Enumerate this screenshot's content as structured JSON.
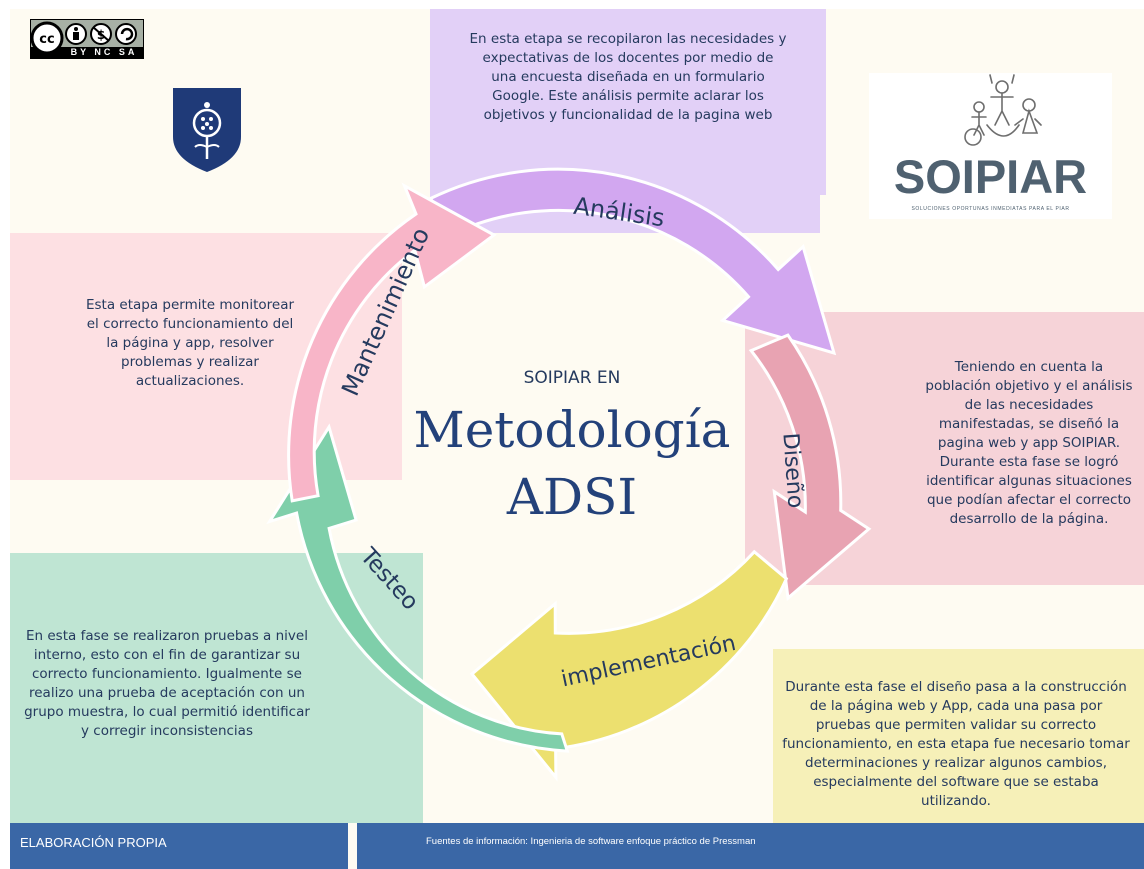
{
  "license": {
    "badge_text": "BY NC SA",
    "icons": [
      "creative-commons-icon",
      "attribution-icon",
      "non-commercial-icon",
      "share-alike-icon"
    ]
  },
  "logo_soipiar": {
    "name": "SOIPIAR",
    "tagline": "SOLUCIONES OPORTUNAS INMEDIATAS PARA EL PIAR"
  },
  "center": {
    "prefix": "SOIPIAR EN",
    "title_line1": "Metodología",
    "title_line2": "ADSI"
  },
  "phases": {
    "analisis": {
      "label": "Análisis",
      "description": "En esta etapa se recopilaron las necesidades y expectativas de los docentes por medio de una encuesta diseñada en un formulario Google. Este análisis permite aclarar los objetivos y funcionalidad de la pagina web",
      "color": "#d2a7f0"
    },
    "diseno": {
      "label": "Diseño",
      "description": "Teniendo en cuenta la población objetivo y el análisis de las necesidades manifestadas, se diseñó la pagina web y app SOIPIAR. Durante esta fase se logró identificar algunas situaciones que podían afectar el correcto desarrollo de la página.",
      "color": "#e8a3b2"
    },
    "implementacion": {
      "label": "implementación",
      "description": "Durante esta fase el diseño pasa a la construcción de la página web y App, cada una pasa por pruebas que permiten validar su correcto funcionamiento, en esta etapa fue necesario tomar determinaciones y realizar algunos cambios, especialmente del software que se estaba utilizando.",
      "color": "#ece06f"
    },
    "testeo": {
      "label": "Testeo",
      "description": "En esta fase se realizaron pruebas a nivel interno, esto con el fin de garantizar su correcto funcionamiento. Igualmente se realizo una prueba de aceptación con un grupo muestra, lo cual permitió identificar y corregir inconsistencias",
      "color": "#7fcfaa"
    },
    "mantenimiento": {
      "label": "Mantenimiento",
      "description": "Esta etapa permite monitorear el correcto funcionamiento del la página y app, resolver problemas y realizar actualizaciones.",
      "color": "#f8b5c8"
    }
  },
  "footer": {
    "left": "ELABORACIÓN PROPIA",
    "right": "Fuentes de información:  Ingenieria de software enfoque práctico de Pressman"
  },
  "colors": {
    "background": "#fefbf2",
    "text": "#253a5e",
    "footer": "#3a67a6",
    "shield": "#1f3a78"
  }
}
